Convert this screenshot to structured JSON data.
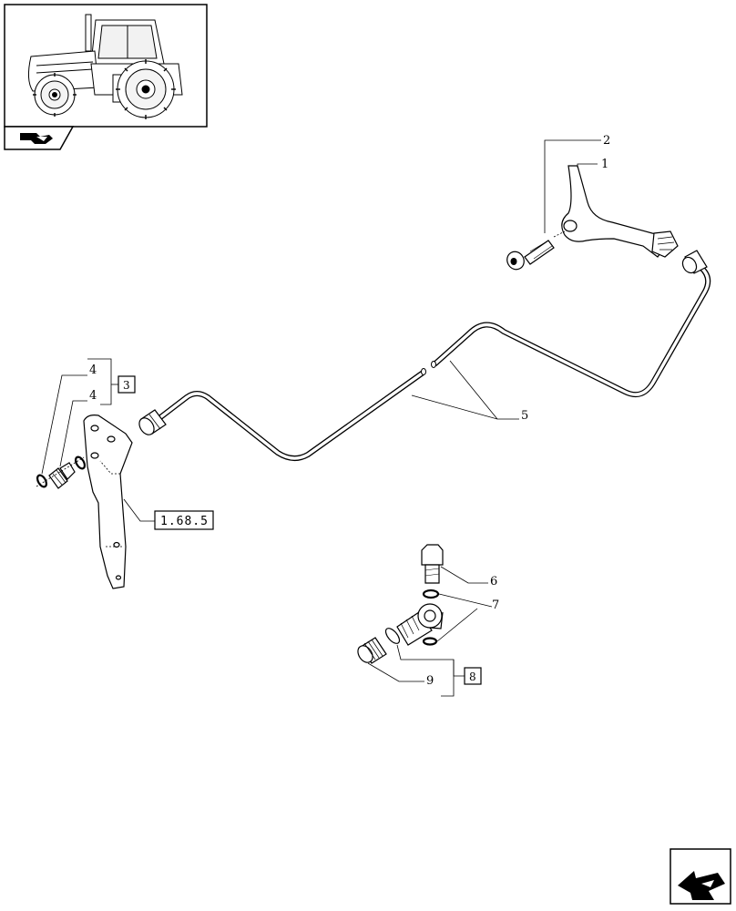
{
  "callouts": {
    "c1": "1",
    "c2": "2",
    "c4a": "4",
    "c4b": "4",
    "c5": "5",
    "c6": "6",
    "c7": "7",
    "c9": "9"
  },
  "ref_boxes": {
    "b3": "3",
    "b8": "8",
    "b1685": "1.68.5"
  }
}
